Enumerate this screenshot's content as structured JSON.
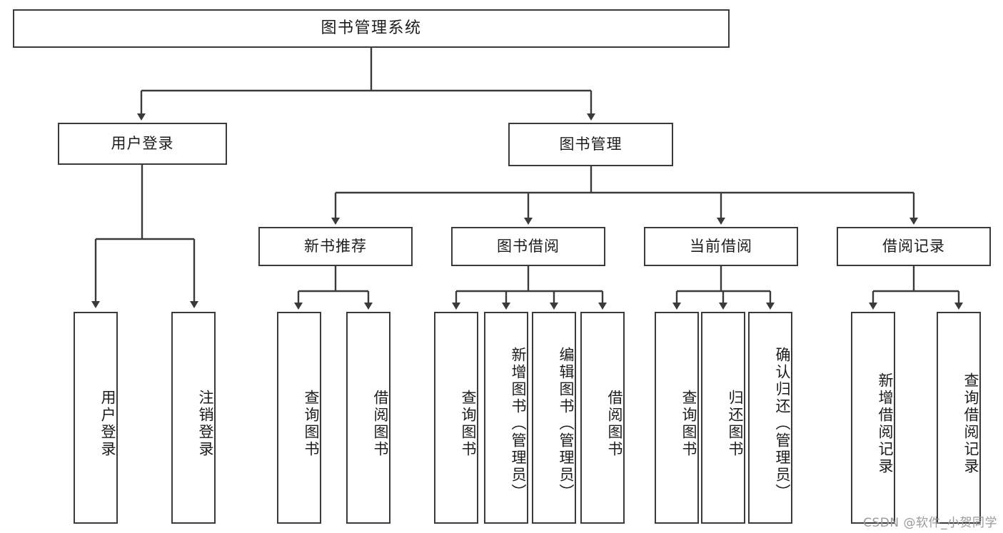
{
  "diagram": {
    "type": "tree",
    "title": "图书管理系统",
    "root": {
      "label": "图书管理系统"
    },
    "level1": [
      {
        "label": "用户登录"
      },
      {
        "label": "图书管理"
      }
    ],
    "level2": [
      {
        "label": "新书推荐"
      },
      {
        "label": "图书借阅"
      },
      {
        "label": "当前借阅"
      },
      {
        "label": "借阅记录"
      }
    ],
    "leaves": {
      "user_login": [
        {
          "label": "用户登录"
        },
        {
          "label": "注销登录"
        }
      ],
      "new_book_recommend": [
        {
          "label": "查询图书"
        },
        {
          "label": "借阅图书"
        }
      ],
      "book_borrow": [
        {
          "label": "查询图书"
        },
        {
          "label": "新增图书（管理员）"
        },
        {
          "label": "编辑图书（管理员）"
        },
        {
          "label": "借阅图书"
        }
      ],
      "current_borrow": [
        {
          "label": "查询图书"
        },
        {
          "label": "归还图书"
        },
        {
          "label": "确认归还（管理员）"
        }
      ],
      "borrow_record": [
        {
          "label": "新增借阅记录"
        },
        {
          "label": "查询借阅记录"
        }
      ]
    },
    "colors": {
      "stroke": "#3a3a3a",
      "fill": "#ffffff",
      "text": "#1c1c1c",
      "watermark": "#9a9a9a"
    }
  },
  "watermark": {
    "text": "CSDN @软件_小贺同学"
  }
}
